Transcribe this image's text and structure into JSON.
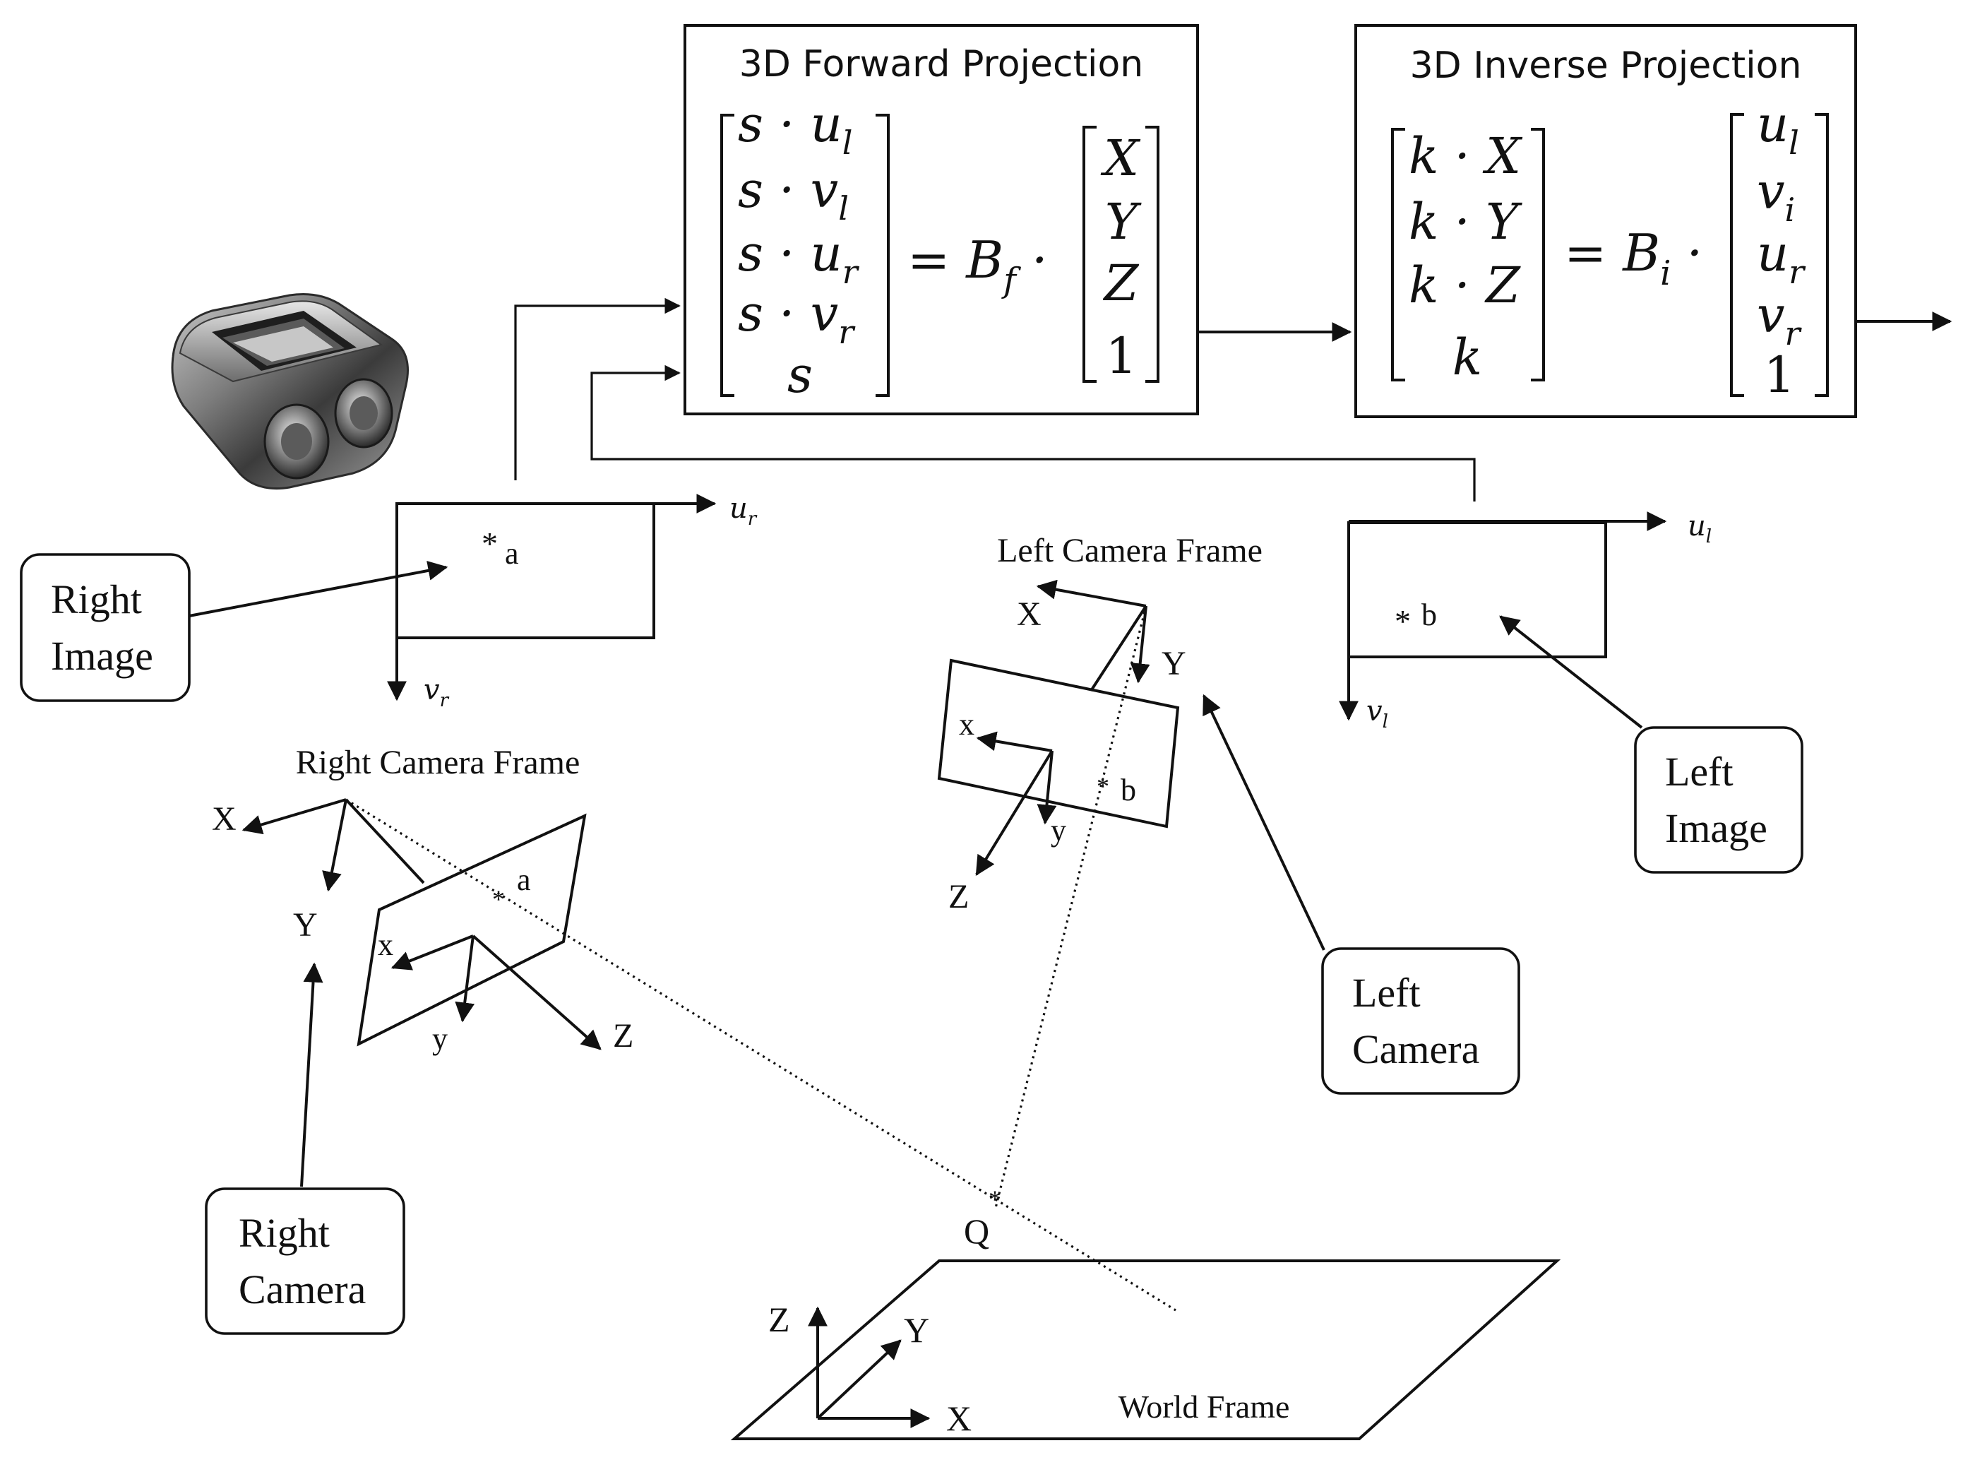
{
  "forward_box": {
    "title": "3D Forward Projection",
    "lhs": [
      "s · u",
      "s · v",
      "s · u",
      "s · v",
      "s"
    ],
    "lhs_sub": [
      "l",
      "l",
      "r",
      "r",
      ""
    ],
    "eq": "= B",
    "eq_sub": "f",
    "dot": "·",
    "rhs": [
      "X",
      "Y",
      "Z",
      "1"
    ]
  },
  "inverse_box": {
    "title": "3D Inverse Projection",
    "lhs": [
      "k · X",
      "k · Y",
      "k · Z",
      "k"
    ],
    "eq": "= B",
    "eq_sub": "i",
    "dot": "·",
    "rhs": [
      "u",
      "v",
      "u",
      "v",
      "1"
    ],
    "rhs_sub": [
      "l",
      "i",
      "r",
      "r",
      ""
    ]
  },
  "labels": {
    "right_image": [
      "Right",
      "Image"
    ],
    "left_image": [
      "Left",
      "Image"
    ],
    "right_camera": [
      "Right",
      "Camera"
    ],
    "left_camera": [
      "Left",
      "Camera"
    ],
    "right_camera_frame": "Right Camera Frame",
    "left_camera_frame": "Left Camera Frame",
    "world_frame": "World Frame"
  },
  "axes": {
    "ur": "u",
    "ur_sub": "r",
    "vr": "v",
    "vr_sub": "r",
    "ul": "u",
    "ul_sub": "l",
    "vl": "v",
    "vl_sub": "l",
    "X": "X",
    "Y": "Y",
    "Z": "Z",
    "x": "x",
    "y": "y"
  },
  "points": {
    "a": "a",
    "b": "b",
    "Q": "Q",
    "star": "*"
  },
  "image": {
    "description_icon": "stereo-camera-icon"
  }
}
